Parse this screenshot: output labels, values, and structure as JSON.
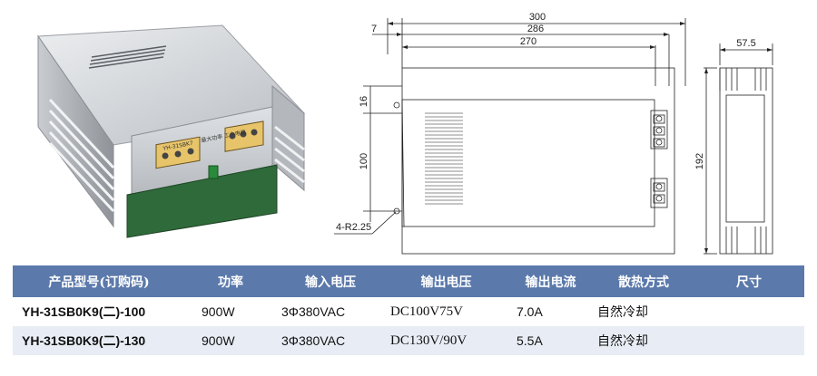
{
  "product_photo": {
    "front_label": "YH-31SBK7",
    "panel_caption": "最大功率 工作电源"
  },
  "drawing": {
    "dims": {
      "width_overall": "300",
      "width_mid": "286",
      "width_inner": "270",
      "offset_left": "7",
      "height_slot": "16",
      "hole_spacing": "100",
      "height_total": "192",
      "depth": "57.5",
      "hole_note": "4-R2.25"
    }
  },
  "table": {
    "headers": [
      "产品型号(订购码)",
      "功率",
      "输入电压",
      "输出电压",
      "输出电流",
      "散热方式",
      "尺寸"
    ],
    "rows": [
      {
        "model": "YH-31SB0K9(二)-100",
        "power": "900W",
        "input": "3Φ380VAC",
        "output": "DC100V75V",
        "current": "7.0A",
        "cooling": "自然冷却",
        "size": ""
      },
      {
        "model": "YH-31SB0K9(二)-130",
        "power": "900W",
        "input": "3Φ380VAC",
        "output": "DC130V/90V",
        "current": "5.5A",
        "cooling": "自然冷却",
        "size": ""
      }
    ]
  }
}
